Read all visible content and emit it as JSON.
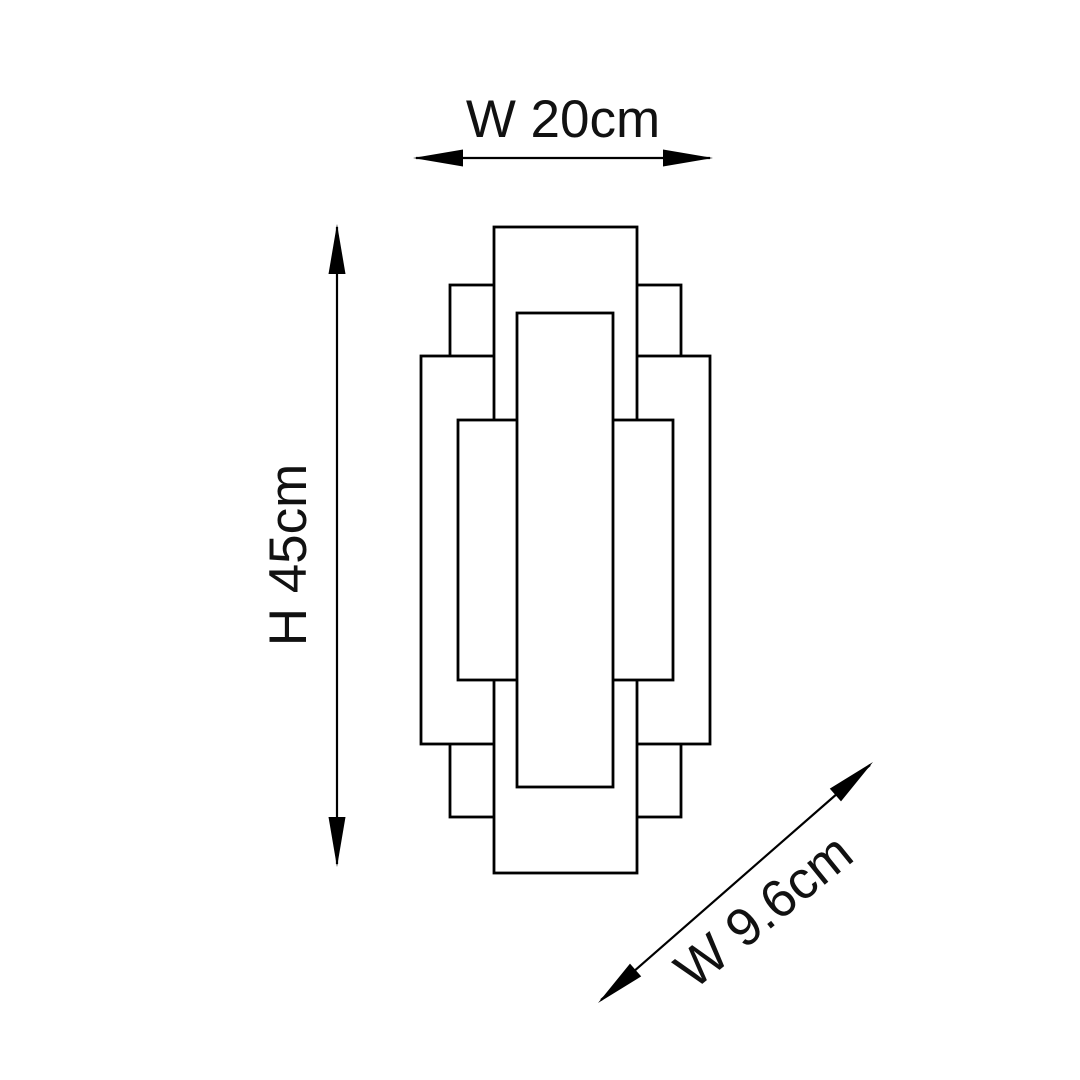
{
  "diagram": {
    "type": "product-dimension-drawing",
    "subject": "layered art-deco wall light, front elevation",
    "background_color": "#ffffff",
    "line_color": "#000000",
    "dimensions": {
      "width": {
        "label": "W 20cm",
        "orientation": "horizontal",
        "value_cm": 20
      },
      "height": {
        "label": "H 45cm",
        "orientation": "vertical",
        "value_cm": 45
      },
      "depth": {
        "label": "W 9.6cm",
        "orientation": "diagonal",
        "value_cm": 9.6
      }
    }
  }
}
